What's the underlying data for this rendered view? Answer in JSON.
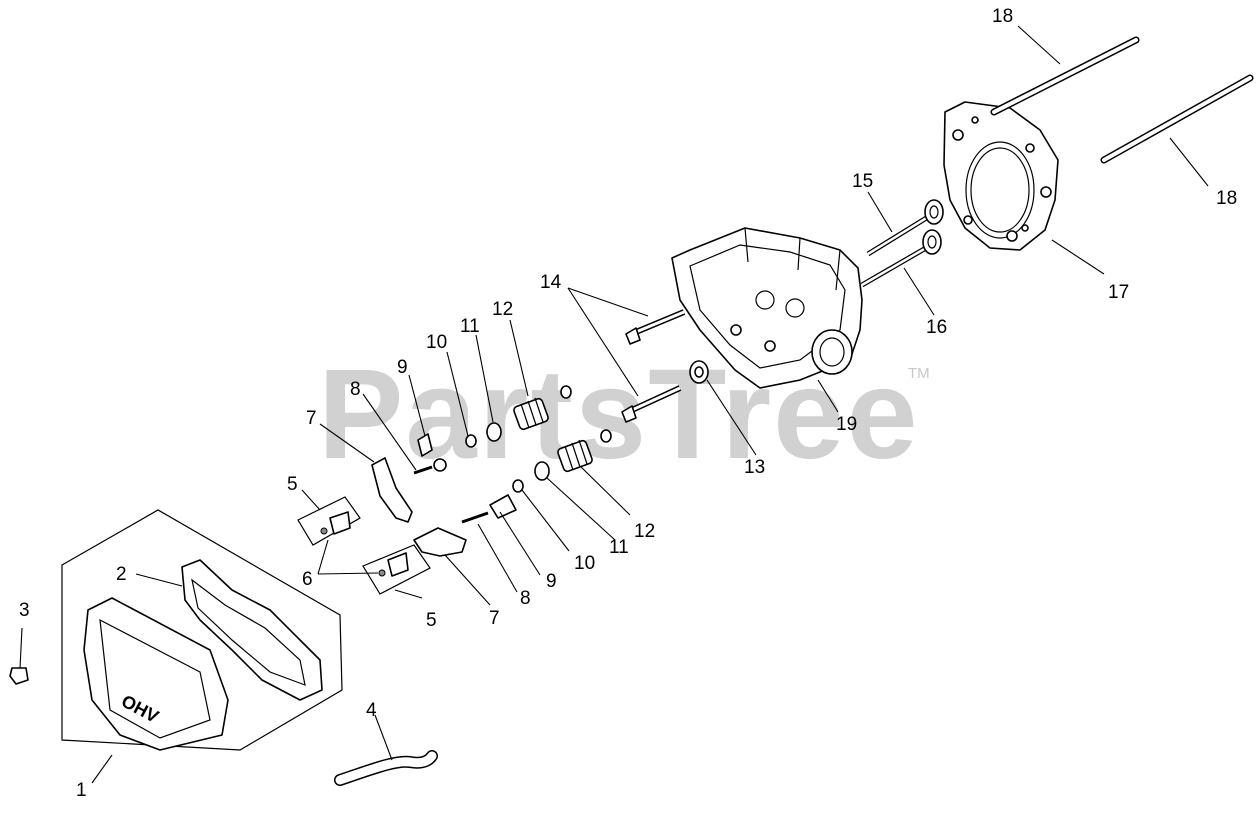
{
  "watermark": {
    "text": "PartsTree",
    "trademark": "TM"
  },
  "callouts": [
    {
      "id": "c1",
      "text": "1"
    },
    {
      "id": "c2",
      "text": "2"
    },
    {
      "id": "c3",
      "text": "3"
    },
    {
      "id": "c4",
      "text": "4"
    },
    {
      "id": "c5a",
      "text": "5"
    },
    {
      "id": "c5b",
      "text": "5"
    },
    {
      "id": "c6",
      "text": "6"
    },
    {
      "id": "c7a",
      "text": "7"
    },
    {
      "id": "c7b",
      "text": "7"
    },
    {
      "id": "c8a",
      "text": "8"
    },
    {
      "id": "c8b",
      "text": "8"
    },
    {
      "id": "c9a",
      "text": "9"
    },
    {
      "id": "c9b",
      "text": "9"
    },
    {
      "id": "c10a",
      "text": "10"
    },
    {
      "id": "c10b",
      "text": "10"
    },
    {
      "id": "c11a",
      "text": "11"
    },
    {
      "id": "c11b",
      "text": "11"
    },
    {
      "id": "c12a",
      "text": "12"
    },
    {
      "id": "c12b",
      "text": "12"
    },
    {
      "id": "c13",
      "text": "13"
    },
    {
      "id": "c14",
      "text": "14"
    },
    {
      "id": "c15",
      "text": "15"
    },
    {
      "id": "c16",
      "text": "16"
    },
    {
      "id": "c17",
      "text": "17"
    },
    {
      "id": "c18a",
      "text": "18"
    },
    {
      "id": "c18b",
      "text": "18"
    },
    {
      "id": "c19",
      "text": "19"
    }
  ],
  "cover_emboss": "OHV"
}
